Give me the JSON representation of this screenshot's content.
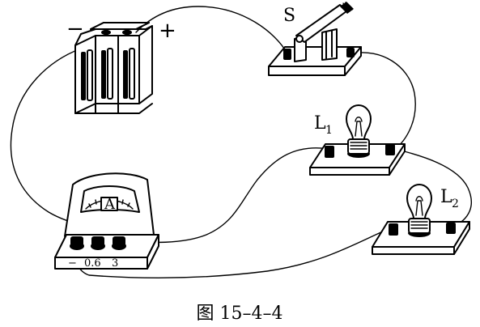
{
  "battery": {
    "negative_sign": "−",
    "positive_sign": "+"
  },
  "switch": {
    "label": "S"
  },
  "lamp1": {
    "label": "L",
    "subscript": "1"
  },
  "lamp2": {
    "label": "L",
    "subscript": "2"
  },
  "ammeter": {
    "dial_letter": "A",
    "terminal_labels": [
      "−",
      "0.6",
      "3"
    ]
  },
  "figure": {
    "caption": "图 15–4–4"
  }
}
